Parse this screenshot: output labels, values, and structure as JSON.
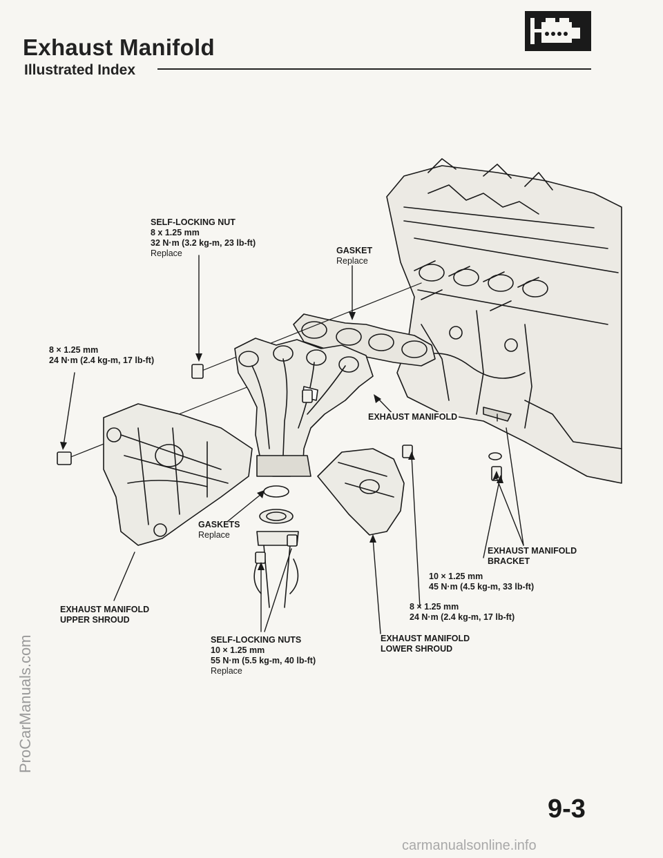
{
  "header": {
    "title": "Exhaust Manifold",
    "subtitle": "Illustrated Index",
    "section_icon": "engine-icon"
  },
  "labels": {
    "self_locking_nut": {
      "name": "SELF-LOCKING NUT",
      "size": "8 x 1.25 mm",
      "torque": "32 N·m (3.2 kg-m, 23 lb-ft)",
      "note": "Replace"
    },
    "gasket": {
      "name": "GASKET",
      "note": "Replace"
    },
    "bolt_upper_shroud": {
      "size": "8 × 1.25 mm",
      "torque": "24 N·m (2.4 kg-m, 17 lb-ft)"
    },
    "exhaust_manifold": {
      "name": "EXHAUST MANIFOLD"
    },
    "gaskets": {
      "name": "GASKETS",
      "note": "Replace"
    },
    "bracket": {
      "line1": "EXHAUST MANIFOLD",
      "line2": "BRACKET"
    },
    "bracket_bolt": {
      "size": "10 × 1.25 mm",
      "torque": "45 N·m (4.5 kg-m, 33 lb-ft)"
    },
    "lower_shroud_bolt": {
      "size": "8 × 1.25 mm",
      "torque": "24 N·m (2.4 kg-m, 17 lb-ft)"
    },
    "upper_shroud": {
      "line1": "EXHAUST MANIFOLD",
      "line2": "UPPER SHROUD"
    },
    "self_locking_nuts": {
      "name": "SELF-LOCKING NUTS",
      "size": "10 × 1.25 mm",
      "torque": "55 N·m (5.5 kg-m, 40 lb-ft)",
      "note": "Replace"
    },
    "lower_shroud": {
      "line1": "EXHAUST MANIFOLD",
      "line2": "LOWER SHROUD"
    }
  },
  "footer": {
    "page_number": "9-3",
    "watermark_left": "ProCarManuals.com",
    "watermark_bottom": "carmanualsonline.info"
  }
}
